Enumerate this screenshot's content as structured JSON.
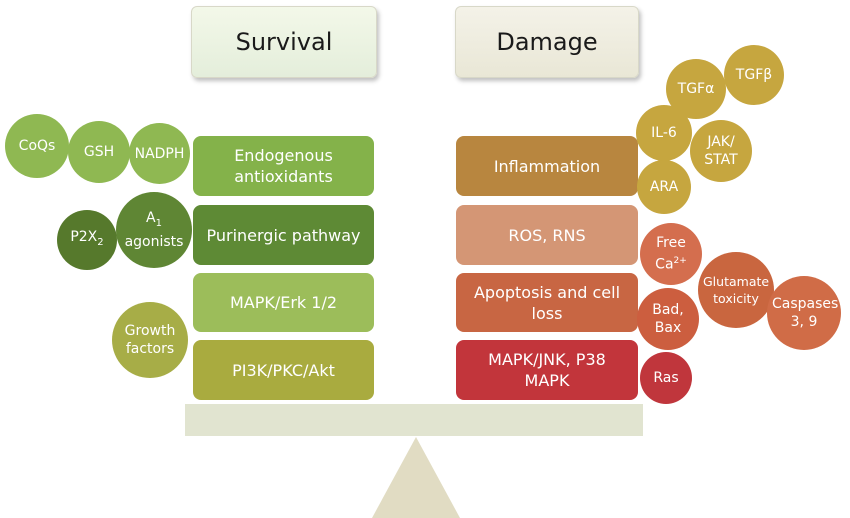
{
  "headers": {
    "survival": "Survival",
    "damage": "Damage"
  },
  "survival_boxes": [
    {
      "label": "Endogenous antioxidants",
      "color": "#84b24a"
    },
    {
      "label": "Purinergic pathway",
      "color": "#5e8a35"
    },
    {
      "label": "MAPK/Erk 1/2",
      "color": "#9cbd5a"
    },
    {
      "label": "PI3K/PKC/Akt",
      "color": "#a9ab3f"
    }
  ],
  "survival_circles": [
    {
      "label": "CoQs",
      "color": "#8fb852"
    },
    {
      "label": "GSH",
      "color": "#8fb852"
    },
    {
      "label": "NADPH",
      "color": "#8fb852"
    },
    {
      "label": "P2X",
      "sub": "2",
      "color": "#56792c"
    },
    {
      "label": "A",
      "sub": "1",
      "label2": "agonists",
      "color": "#5f8634"
    },
    {
      "label": "Growth factors",
      "color": "#a7ad47"
    }
  ],
  "damage_boxes": [
    {
      "label": "Inflammation",
      "color": "#b8863f"
    },
    {
      "label": "ROS, RNS",
      "color": "#d49675"
    },
    {
      "label": "Apoptosis and cell loss",
      "color": "#c86643"
    },
    {
      "label": "MAPK/JNK, P38 MAPK",
      "color": "#c2353b"
    }
  ],
  "damage_circles": [
    {
      "label": "TGFα",
      "color": "#c6a63f"
    },
    {
      "label": "TGFβ",
      "color": "#c6a63f"
    },
    {
      "label": "IL-6",
      "color": "#c6a63f"
    },
    {
      "label": "JAK/ STAT",
      "color": "#c6a63f"
    },
    {
      "label": "ARA",
      "color": "#c6a63f"
    },
    {
      "label": "Free",
      "sup_base": "Ca",
      "sup": "2+",
      "color": "#d46e4e"
    },
    {
      "label": "Glutamate toxicity",
      "color": "#c9663f"
    },
    {
      "label": "Caspases 3, 9",
      "color": "#d06c47"
    },
    {
      "label": "Bad, Bax",
      "color": "#cc5e3f"
    },
    {
      "label": "Ras",
      "color": "#c0363c"
    }
  ]
}
